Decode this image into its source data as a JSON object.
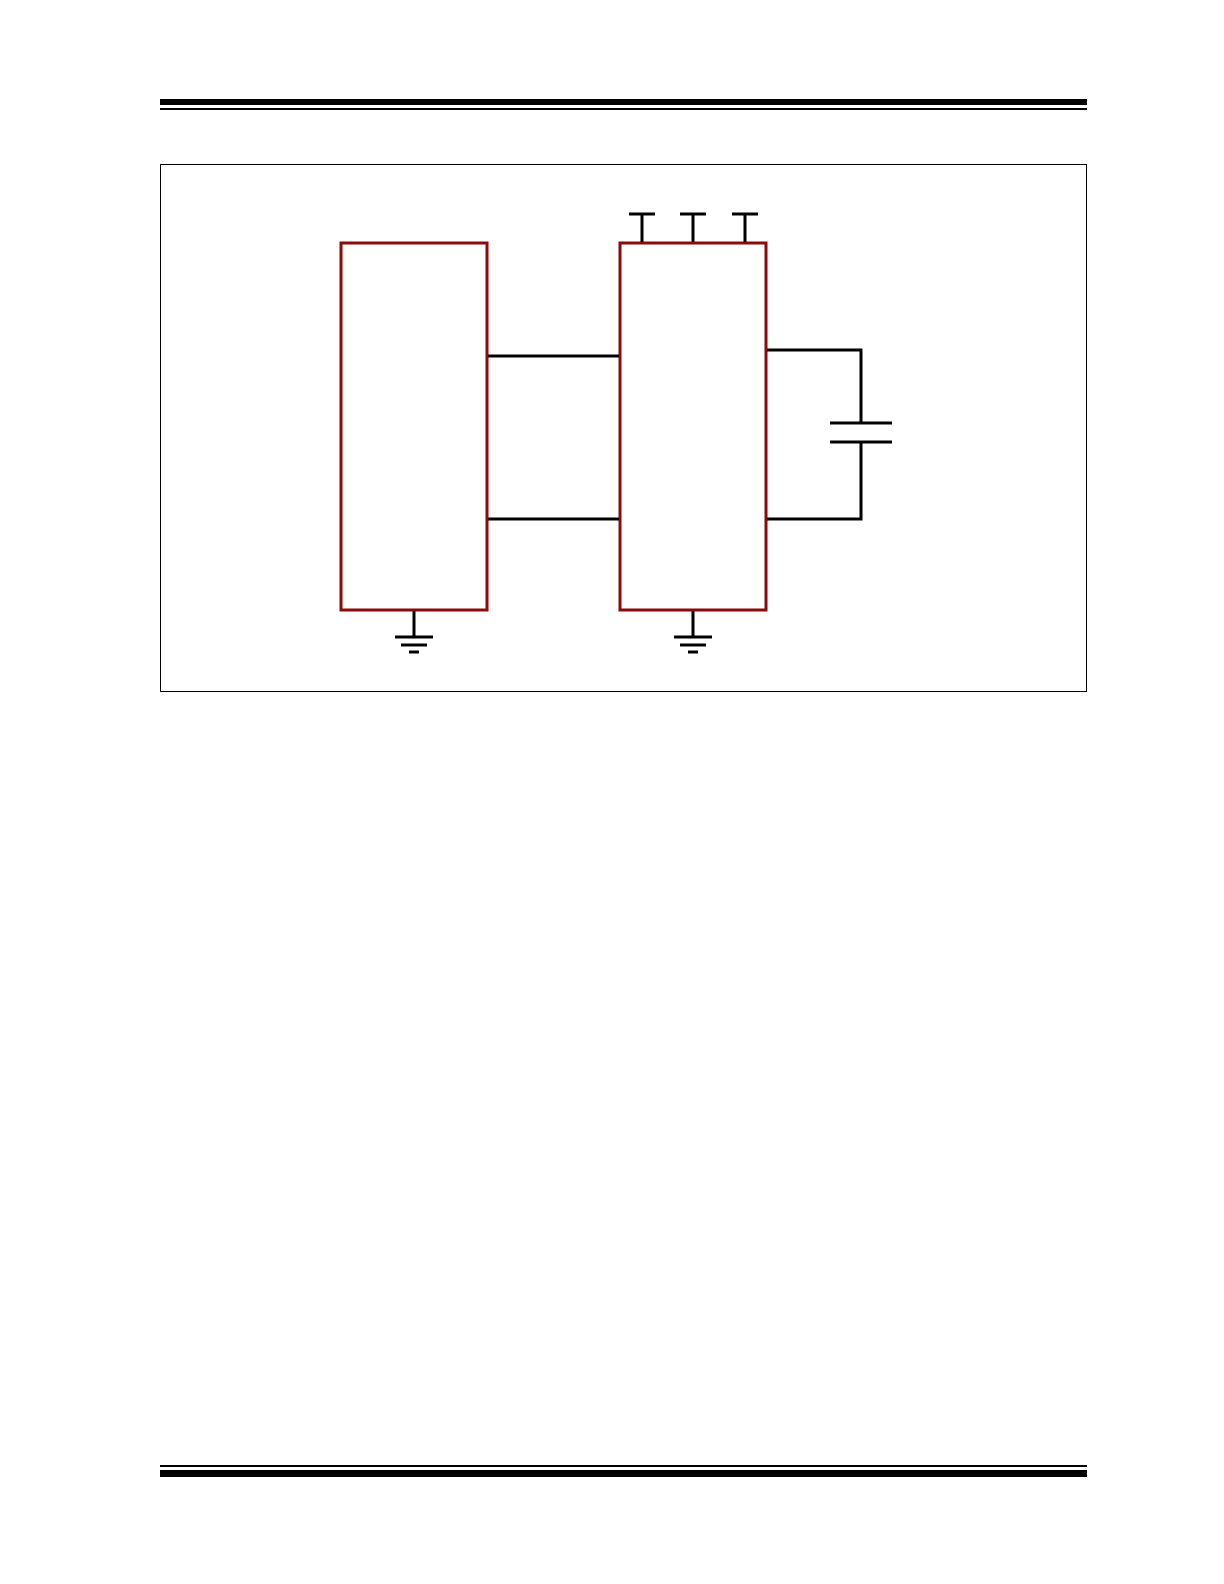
{
  "page": {
    "header_rules": "double",
    "footer_rules": "double"
  },
  "diagram": {
    "type": "block-schematic",
    "blocks": [
      {
        "id": "left-block",
        "color": "#8b0a0a",
        "has_ground": true
      },
      {
        "id": "right-block",
        "color": "#8b0a0a",
        "has_ground": true,
        "supply_pins": 3
      }
    ],
    "connections": [
      {
        "from": "left-block",
        "to": "right-block",
        "kind": "wire"
      },
      {
        "from": "left-block",
        "to": "right-block",
        "kind": "wire"
      },
      {
        "from": "right-block",
        "to": "capacitor",
        "kind": "wire"
      },
      {
        "from": "capacitor",
        "to": "right-block",
        "kind": "wire"
      }
    ],
    "components": [
      {
        "id": "capacitor",
        "kind": "capacitor"
      }
    ],
    "colors": {
      "block_outline": "#8b0a0a",
      "wire": "#000000"
    }
  }
}
